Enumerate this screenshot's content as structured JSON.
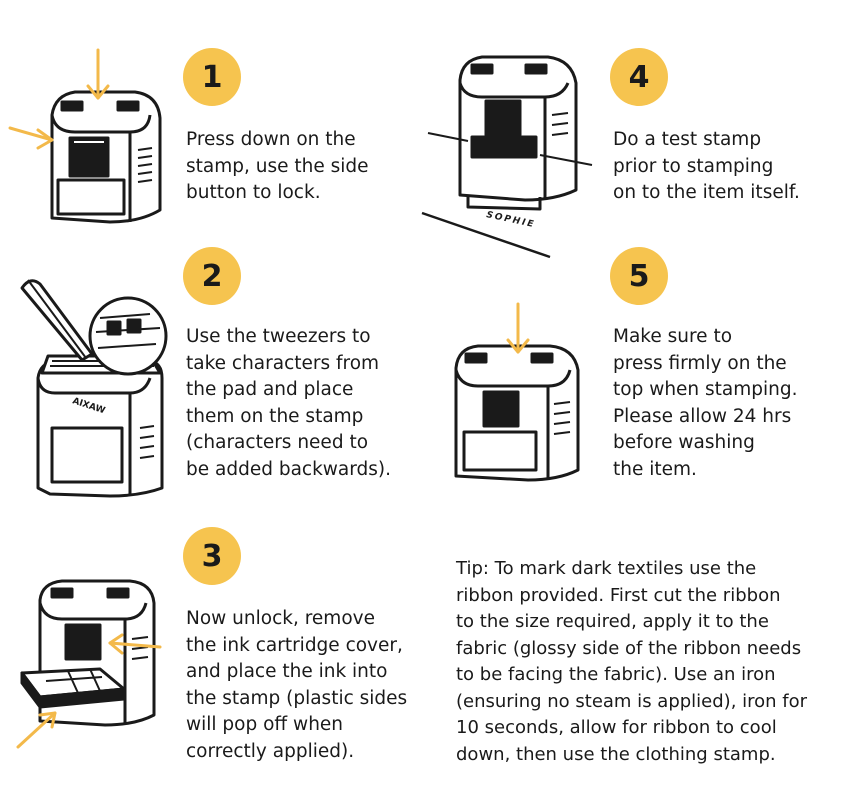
{
  "steps": [
    {
      "number": "1",
      "text": "Press down on the\nstamp, use the side\nbutton to lock."
    },
    {
      "number": "2",
      "text": "Use the tweezers to\ntake characters from\nthe pad and place\nthem on the stamp\n(characters need to\nbe added backwards)."
    },
    {
      "number": "3",
      "text": "Now unlock, remove\nthe ink cartridge cover,\nand place the ink into\nthe stamp (plastic sides\nwill pop off when\ncorrectly applied)."
    },
    {
      "number": "4",
      "text": "Do a test stamp\nprior to stamping\non to the item itself."
    },
    {
      "number": "5",
      "text": "Make sure to\npress firmly on the\ntop when stamping.\nPlease allow 24 hrs\nbefore washing\nthe item."
    }
  ],
  "tip": "Tip: To mark dark textiles use the\nribbon provided. First cut the ribbon\nto the size required, apply it to the\nfabric (glossy side of the ribbon needs\nto be facing the fabric). Use an iron\n(ensuring no steam is applied), iron for\n10 seconds, allow for ribbon to cool\ndown, then use the clothing stamp.",
  "illustration_text": {
    "stamp_label": "SOPHIE",
    "pad_label": "AIXAW"
  },
  "colors": {
    "badge": "#f6c44f",
    "arrow": "#f3b94a",
    "ink": "#1a1a1a"
  }
}
